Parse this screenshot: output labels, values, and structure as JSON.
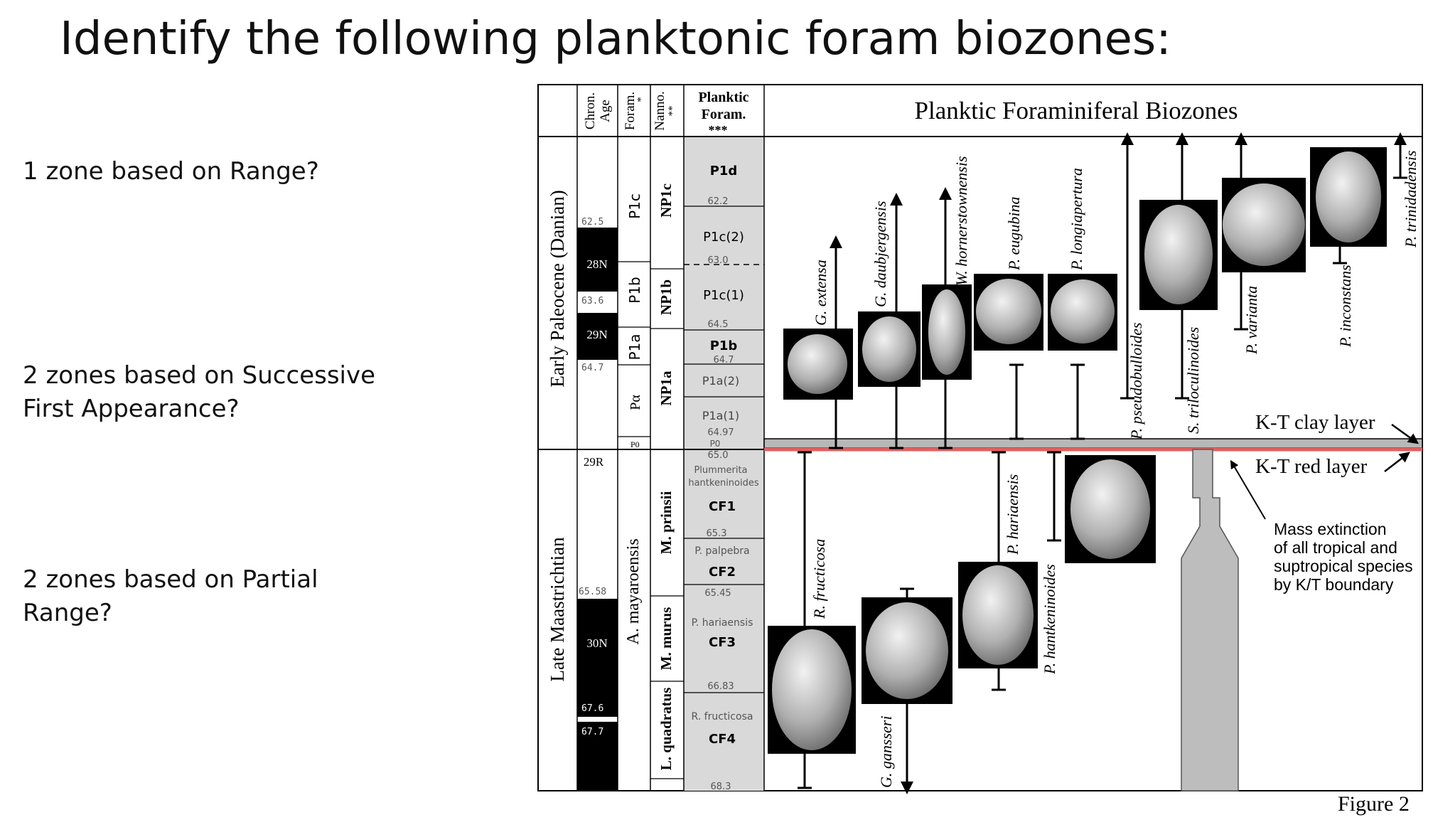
{
  "slide": {
    "title": "Identify the following planktonic foram biozones:",
    "questions": [
      "1 zone based on Range?",
      "2 zones based on Successive First Appearance?",
      "2 zones based on Partial Range?"
    ]
  },
  "figure": {
    "caption": "Figure 2",
    "header": {
      "chron_age": [
        "Chron.",
        "Age"
      ],
      "foram": "Foram.",
      "foram_mark": "*",
      "nanno": "Nanno.",
      "nanno_mark": "**",
      "planktic": [
        "Planktic",
        "Foram.",
        "***"
      ],
      "main_title": "Planktic Foraminiferal Biozones"
    },
    "epochs": [
      "Early Paleocene (Danian)",
      "Late Maastrichtian"
    ],
    "chrons": [
      "28N",
      "29N",
      "29R",
      "30N"
    ],
    "ages": [
      "62.5",
      "63.6",
      "64.7",
      "65.58",
      "67.6",
      "67.7"
    ],
    "foram_zones": [
      "P1c",
      "P1b",
      "P1a",
      "Pα",
      "P0",
      "A. mayaroensis"
    ],
    "nanno_zones": [
      "NP1c",
      "NP1b",
      "NP1a",
      "M. prinsii",
      "M. murus",
      "L. quadratus"
    ],
    "planktic_col": {
      "danian": [
        "P1d",
        "62.2",
        "P1c(2)",
        "63.0",
        "P1c(1)",
        "64.5",
        "P1b",
        "64.7",
        "P1a(2)",
        "P1a(1)",
        "64.97",
        "P0"
      ],
      "maastrichtian": [
        "65.0",
        "Plummerita",
        "hantkeninoides",
        "CF1",
        "65.3",
        "P. palpebra",
        "CF2",
        "65.45",
        "P. hariaensis",
        "CF3",
        "66.83",
        "R. fructicosa",
        "CF4",
        "68.3"
      ]
    },
    "species_top": [
      "G. extensa",
      "G. daubjergensis",
      "W. hornerstownensis",
      "P. eugubina",
      "P. longiapertura",
      "P. pseudobulloides",
      "S. triloculinoides",
      "P. varianta",
      "P. inconstans",
      "P. trinidadensis"
    ],
    "species_bottom": [
      "R. fructicosa",
      "G. gansseri",
      "P. hariaensis",
      "P. hantkeninoides"
    ],
    "labels": {
      "clay": "K-T clay layer",
      "red": "K-T red layer",
      "extinction": [
        "Mass extinction",
        "of all tropical and",
        "suptropical species",
        "by K/T boundary"
      ]
    },
    "colors": {
      "boundary_red": "#e06060",
      "clay_gray": "#b8b8b8",
      "column_gray": "#d9d9d9",
      "bar_gray": "#bdbdbd"
    }
  }
}
